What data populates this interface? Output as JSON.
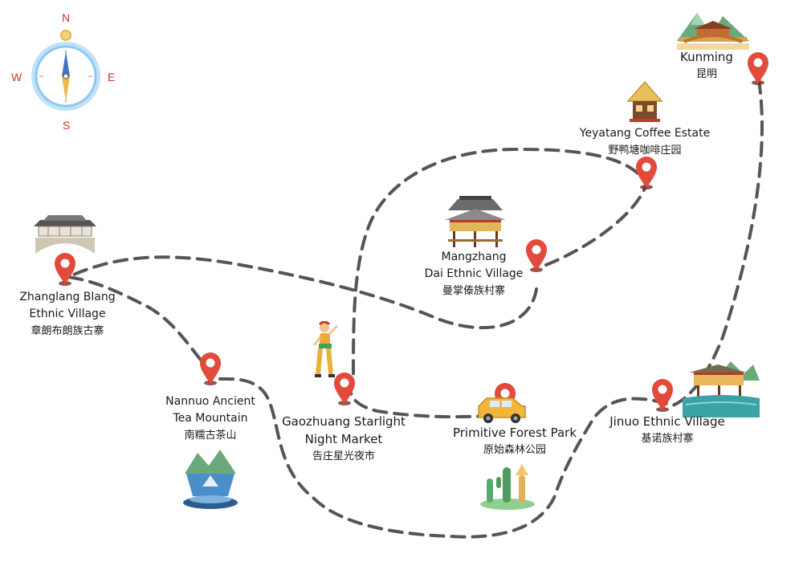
{
  "compass": {
    "north": "N",
    "south": "S",
    "east": "E",
    "west": "W"
  },
  "locations": [
    {
      "id": "kunming",
      "name_en": "Kunming",
      "name_zh": "昆明",
      "icon": "pavilion-bridge-icon"
    },
    {
      "id": "yeyatang",
      "name_en": "Yeyatang Coffee Estate",
      "name_zh": "野鸭塘咖啡庄园",
      "icon": "hut-icon"
    },
    {
      "id": "mangzhang",
      "name_en": "Mangzhang",
      "name_en2": "Dai Ethnic Village",
      "name_zh": "曼掌傣族村寨",
      "icon": "dai-house-icon"
    },
    {
      "id": "zhanglang",
      "name_en": "Zhanglang Blang",
      "name_en2": "Ethnic Village",
      "name_zh": "章朗布朗族古寨",
      "icon": "covered-bridge-icon"
    },
    {
      "id": "nannuo",
      "name_en": "Nannuo Ancient",
      "name_en2": "Tea Mountain",
      "name_zh": "南糯古茶山",
      "icon": "tea-mountain-icon"
    },
    {
      "id": "gaozhuang",
      "name_en": "Gaozhuang Starlight",
      "name_en2": "Night Market",
      "name_zh": "告庄星光夜市",
      "icon": "dancer-icon"
    },
    {
      "id": "primitive",
      "name_en": "Primitive Forest Park",
      "name_zh": "原始森林公园",
      "icon": "car-icon"
    },
    {
      "id": "jinuo",
      "name_en": "Jinuo Ethnic Village",
      "name_zh": "基诺族村寨",
      "icon": "lakeside-village-icon"
    }
  ],
  "colors": {
    "pin": "#e24a3b",
    "route": "#555555",
    "compass_ring": "#8cc8f0",
    "letters": "#c8372d"
  }
}
